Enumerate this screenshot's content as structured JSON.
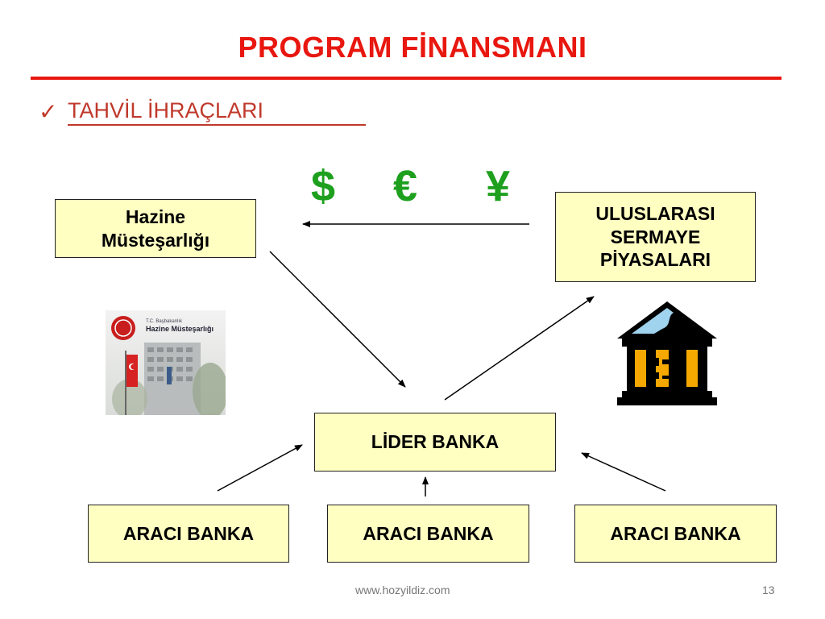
{
  "slide": {
    "title": "PROGRAM FİNANSMANI",
    "bullet_icon": "check-icon",
    "subtitle": "TAHVİL İHRAÇLARI"
  },
  "currencies": [
    "$",
    "€",
    "¥"
  ],
  "nodes": {
    "hazine": "Hazine\nMüsteşarlığı",
    "uluslararasi": "ULUSLARASI\nSERMAYE\nPİYASALARI",
    "lider": "LİDER BANKA",
    "araci": [
      "ARACI BANKA",
      "ARACI BANKA",
      "ARACI BANKA"
    ]
  },
  "photo": {
    "caption_top": "T.C. Başbakanlık",
    "caption_main": "Hazine Müsteşarlığı"
  },
  "colors": {
    "accent": "#e8170f",
    "subtitle": "#c0392b",
    "currency": "#1ea01e",
    "box_fill": "#ffffc2",
    "bank_icon_fill": "#f5a800"
  },
  "footer": {
    "url": "www.hozyildiz.com",
    "page": "13"
  }
}
